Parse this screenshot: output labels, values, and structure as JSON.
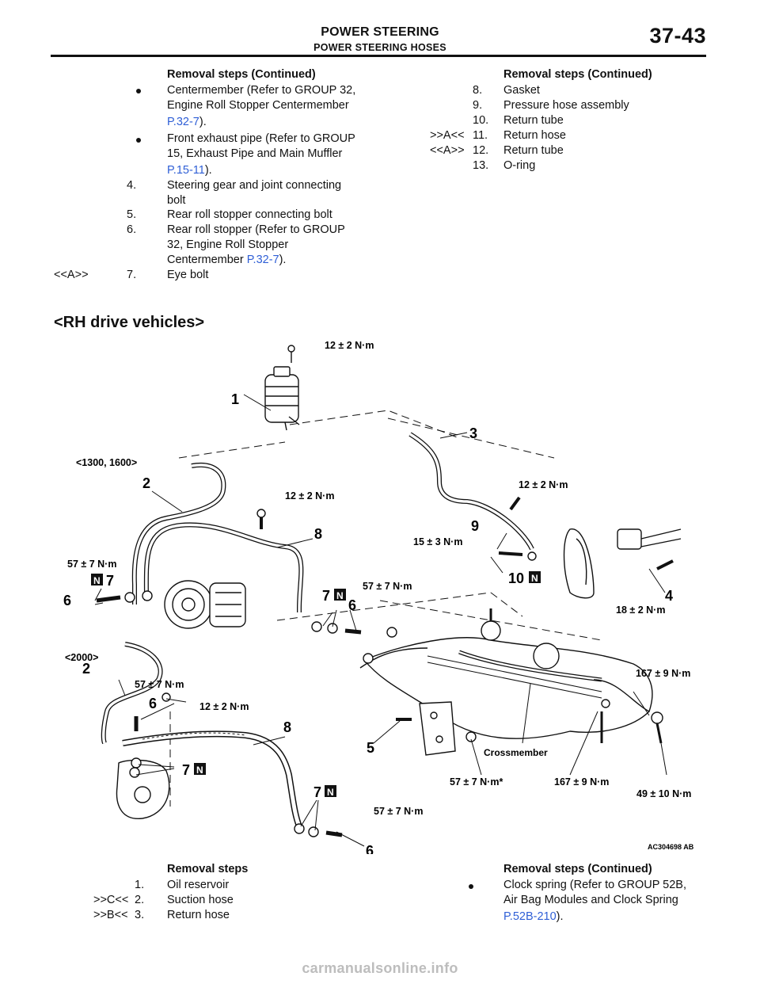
{
  "header": {
    "title": "POWER STEERING",
    "subtitle": "POWER STEERING HOSES",
    "page_number": "37-43"
  },
  "top_left": {
    "heading": "Removal steps (Continued)",
    "bullet1_line1": "Centermember (Refer to GROUP 32,",
    "bullet1_line2": "Engine Roll Stopper Centermember",
    "bullet1_link": "P.32-7",
    "bullet1_tail": ").",
    "bullet2_line1": "Front exhaust pipe (Refer to GROUP",
    "bullet2_line2": "15, Exhaust Pipe and Main Muffler",
    "bullet2_link": "P.15-11",
    "bullet2_tail": ").",
    "item4_num": "4.",
    "item4_line1": "Steering gear and joint connecting",
    "item4_line2": "bolt",
    "item5_num": "5.",
    "item5_text": "Rear roll stopper connecting bolt",
    "item6_num": "6.",
    "item6_line1": "Rear roll stopper (Refer to GROUP",
    "item6_line2": "32, Engine Roll Stopper",
    "item6_line3": "Centermember ",
    "item6_link": "P.32-7",
    "item6_tail": ").",
    "item7_mark": "<<A>>",
    "item7_num": "7.",
    "item7_text": "Eye bolt"
  },
  "top_right": {
    "heading": "Removal steps (Continued)",
    "items": [
      {
        "mark": "",
        "num": "8.",
        "text": "Gasket"
      },
      {
        "mark": "",
        "num": "9.",
        "text": "Pressure hose assembly"
      },
      {
        "mark": "",
        "num": "10.",
        "text": "Return tube"
      },
      {
        "mark": ">>A<<",
        "num": "11.",
        "text": "Return hose"
      },
      {
        "mark": "<<A>>",
        "num": "12.",
        "text": "Return tube"
      },
      {
        "mark": "",
        "num": "13.",
        "text": "O-ring"
      }
    ]
  },
  "section_title": "<RH drive vehicles>",
  "diagram": {
    "torques": {
      "t_12_top": "12 ± 2 N·m",
      "t_12_mid": "12 ± 2 N·m",
      "t_12_right": "12 ± 2 N·m",
      "t_12_low": "12 ± 2 N·m",
      "t_15": "15 ± 3 N·m",
      "t_57_left": "57 ± 7 N·m",
      "t_57_mid": "57 ± 7 N·m",
      "t_57_low": "57 ± 7 N·m",
      "t_57_bottom": "57 ± 7 N·m",
      "t_57_star": "57 ± 7 N·m*",
      "t_18": "18 ± 2 N·m",
      "t_167_a": "167 ± 9 N·m",
      "t_167_b": "167 ± 9 N·m",
      "t_49": "49 ± 10 N·m"
    },
    "variants": {
      "v1300": "<1300, 1600>",
      "v2000": "<2000>"
    },
    "callouts": {
      "c1": "1",
      "c2a": "2",
      "c2b": "2",
      "c3": "3",
      "c4": "4",
      "c5": "5",
      "c6a": "6",
      "c6b": "6",
      "c6c": "6",
      "c6d": "6",
      "c7a": "7",
      "c7b": "7",
      "c7c": "7",
      "c7d": "7",
      "c8a": "8",
      "c8b": "8",
      "c9": "9",
      "c10": "10"
    },
    "n_mark": "N",
    "crossmember": "Crossmember",
    "figure_id": "AC304698 AB"
  },
  "bottom_left": {
    "heading": "Removal steps",
    "items": [
      {
        "mark": "",
        "num": "1.",
        "text": "Oil reservoir"
      },
      {
        "mark": ">>C<<",
        "num": "2.",
        "text": "Suction hose"
      },
      {
        "mark": ">>B<<",
        "num": "3.",
        "text": "Return hose"
      }
    ]
  },
  "bottom_right": {
    "heading": "Removal steps (Continued)",
    "bullet_line1": "Clock spring (Refer to GROUP 52B,",
    "bullet_line2": "Air Bag Modules and Clock Spring",
    "bullet_link": "P.52B-210",
    "bullet_tail": ")."
  },
  "watermark": "carmanualsonline.info"
}
